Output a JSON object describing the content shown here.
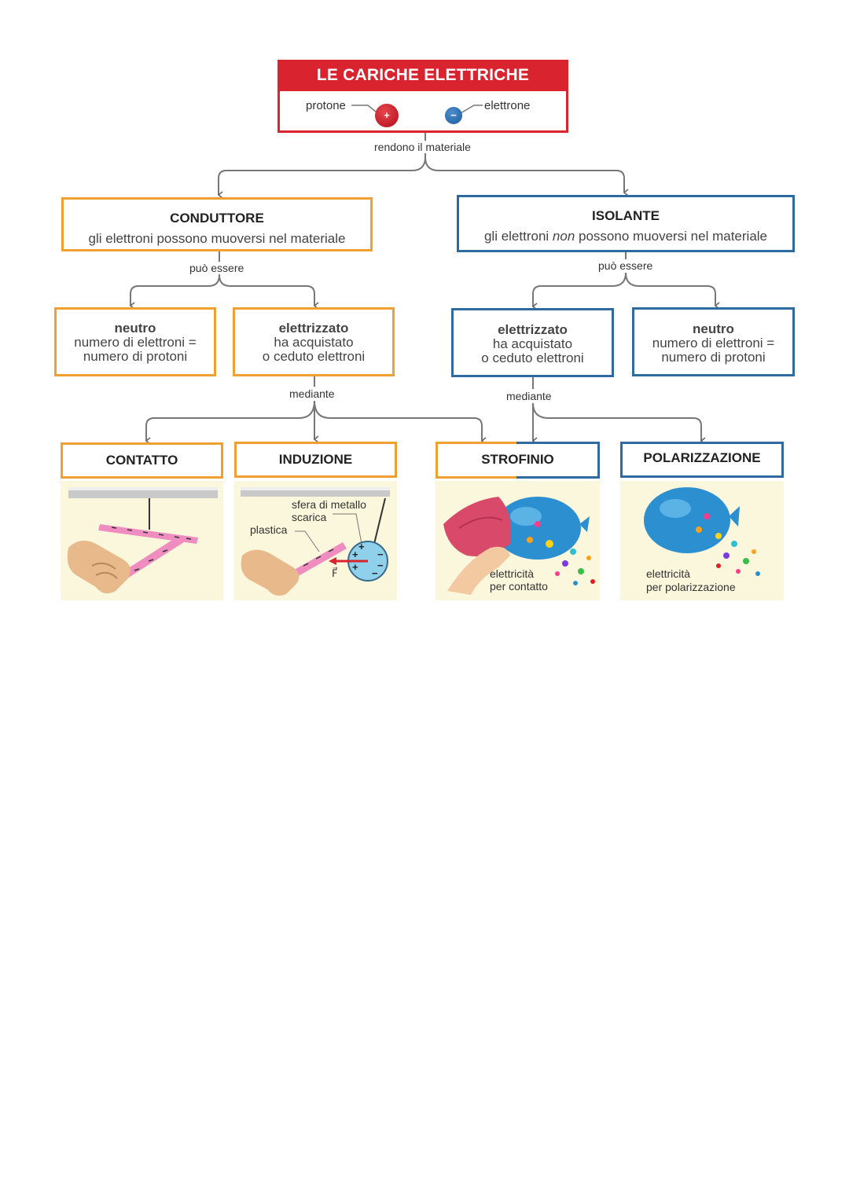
{
  "header": {
    "title": "LE CARICHE ELETTRICHE",
    "proton_label": "protone",
    "electron_label": "elettrone",
    "proton_symbol": "+",
    "electron_symbol": "−",
    "connector": "rendono il materiale"
  },
  "conductor": {
    "title": "CONDUTTORE",
    "description": "gli elettroni possono muoversi nel materiale",
    "connector": "può essere",
    "neutral": {
      "title": "neutro",
      "line1": "numero di elettroni =",
      "line2": "numero di protoni"
    },
    "charged": {
      "title": "elettrizzato",
      "line1": "ha acquistato",
      "line2": "o ceduto elettroni"
    },
    "mediante": "mediante"
  },
  "insulator": {
    "title": "ISOLANTE",
    "description_pre": "gli elettroni ",
    "description_em": "non",
    "description_post": " possono muoversi nel materiale",
    "connector": "può essere",
    "charged": {
      "title": "elettrizzato",
      "line1": "ha acquistato",
      "line2": "o ceduto elettroni"
    },
    "neutral": {
      "title": "neutro",
      "line1": "numero di elettroni =",
      "line2": "numero di protoni"
    },
    "mediante": "mediante"
  },
  "methods": [
    {
      "label": "CONTATTO"
    },
    {
      "label": "INDUZIONE",
      "caption_sphere_1": "sfera di metallo",
      "caption_sphere_2": "scarica",
      "caption_plastic": "plastica",
      "force": "F⃗"
    },
    {
      "label": "STROFINIO",
      "caption_1": "elettricità",
      "caption_2": "per contatto"
    },
    {
      "label": "POLARIZZAZIONE",
      "caption_1": "elettricità",
      "caption_2": "per polarizzazione"
    }
  ],
  "colors": {
    "red": "#d9232e",
    "orange": "#f0a030",
    "blue": "#2f6aa0",
    "panel": "#fbf7dc"
  }
}
